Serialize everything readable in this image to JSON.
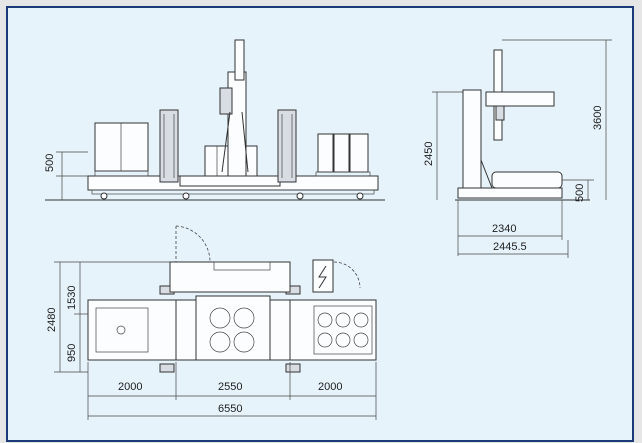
{
  "side_view": {
    "dim_height": "500"
  },
  "end_view": {
    "dim_column": "2450",
    "dim_total": "3600",
    "dim_base": "500",
    "dim_width": "2340",
    "dim_overall": "2445.5"
  },
  "plan_view": {
    "dim_depth_total": "2480",
    "dim_upper": "1530",
    "dim_lower": "950",
    "dim_left": "2000",
    "dim_center": "2550",
    "dim_right": "2000",
    "dim_length": "6550"
  },
  "colors": {
    "frame_border": "#1a3a78",
    "background": "#e6f3fb",
    "line": "#333333"
  }
}
